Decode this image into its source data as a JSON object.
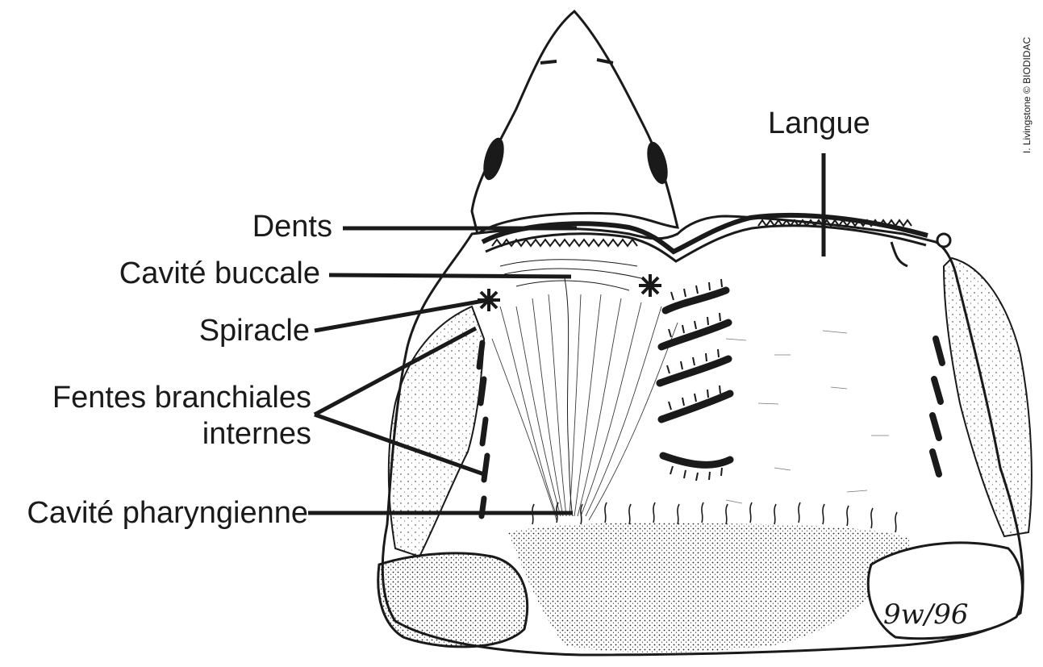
{
  "labels": {
    "langue": "Langue",
    "dents": "Dents",
    "cavite_buccale": "Cavité buccale",
    "spiracle": "Spiracle",
    "fentes_line1": "Fentes branchiales",
    "fentes_line2": "internes",
    "cavite_pharyngienne": "Cavité pharyngienne"
  },
  "credit": "I. Livingstone © BIODIDAC",
  "signature": "9w/96",
  "colors": {
    "ink": "#1a1a1a",
    "paper": "#ffffff",
    "shade": "#d8d8d8"
  }
}
